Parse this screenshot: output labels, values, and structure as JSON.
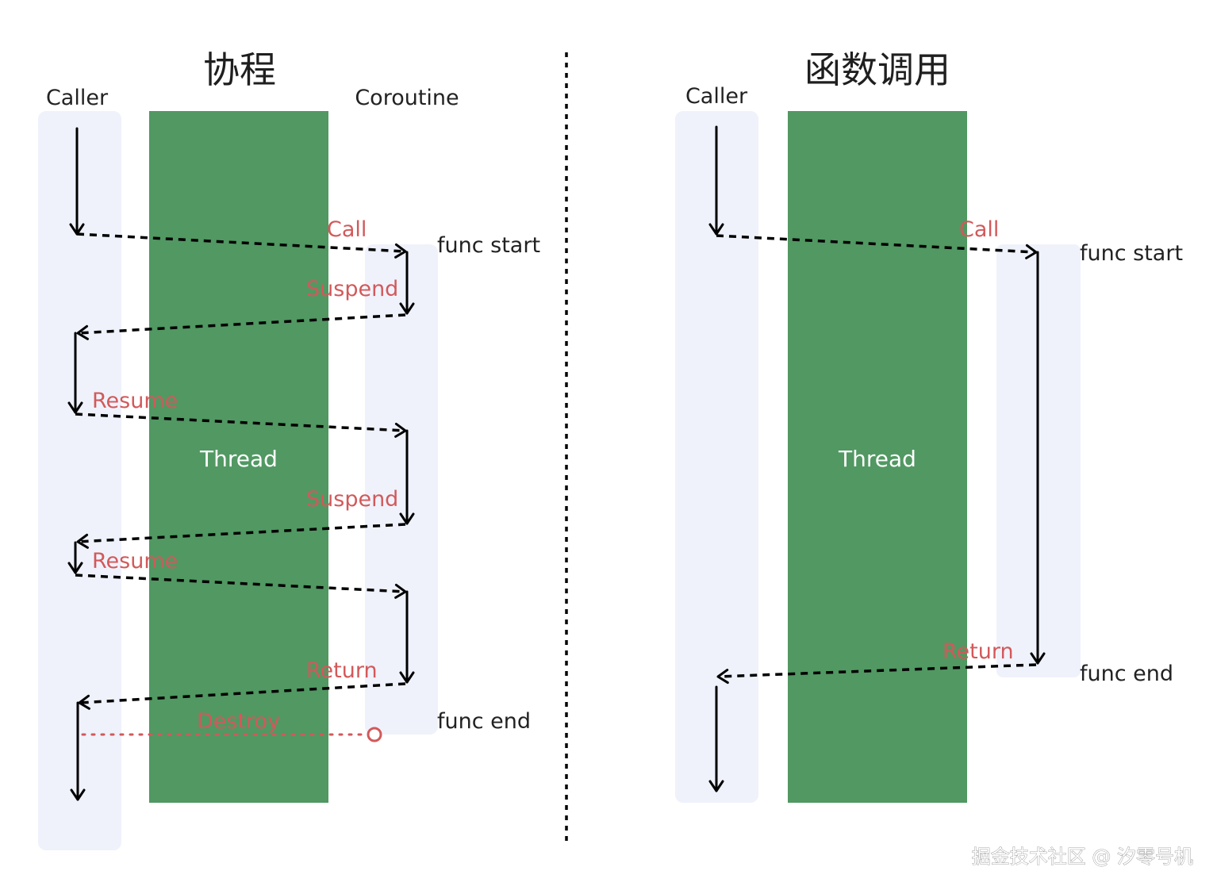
{
  "coroutine_panel": {
    "title": "协程",
    "caller_label": "Caller",
    "coroutine_label": "Coroutine",
    "thread_label": "Thread",
    "func_start": "func start",
    "func_end": "func end",
    "steps": {
      "call": "Call",
      "suspend_1": "Suspend",
      "resume_1": "Resume",
      "suspend_2": "Suspend",
      "resume_2": "Resume",
      "return": "Return",
      "destroy": "Destroy"
    }
  },
  "function_panel": {
    "title": "函数调用",
    "caller_label": "Caller",
    "thread_label": "Thread",
    "func_start": "func start",
    "func_end": "func end",
    "steps": {
      "call": "Call",
      "return": "Return"
    }
  },
  "watermark": "掘金技术社区 @ 汐零号机",
  "colors": {
    "thread": "#519862",
    "lane": "#eff2fb",
    "step_label": "#d2595b",
    "arrow": "#000000"
  }
}
